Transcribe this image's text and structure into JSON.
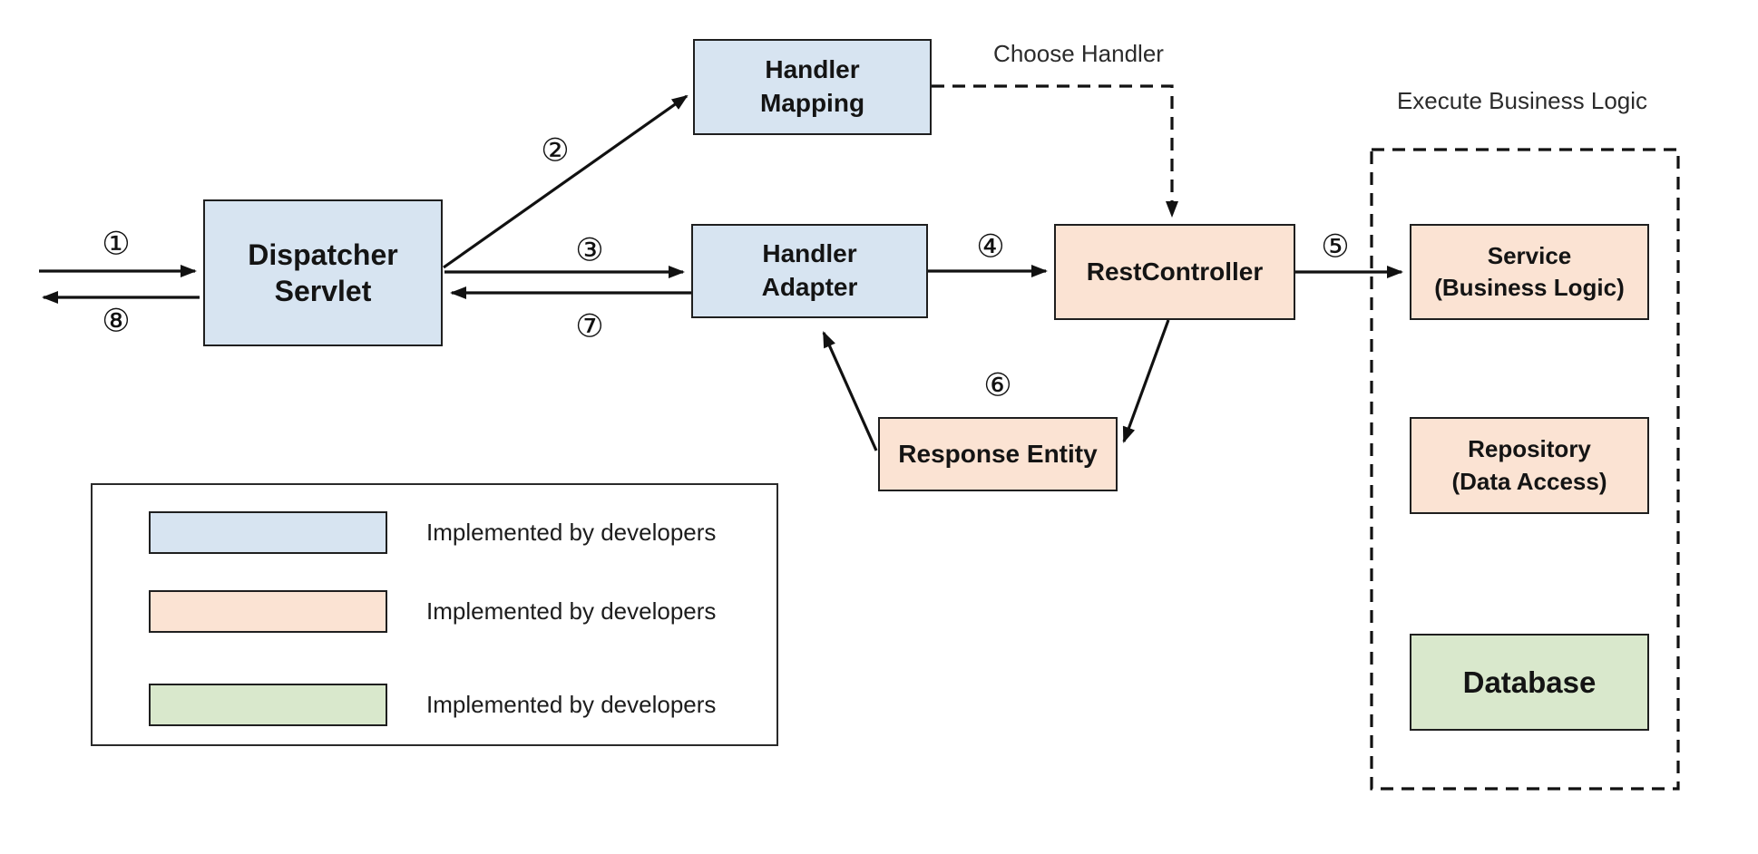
{
  "diagram": {
    "background": "#FFFFFF",
    "annotations": {
      "choose_handler": "Choose Handler",
      "execute_business_logic": "Execute Business Logic"
    },
    "steps": [
      "①",
      "②",
      "③",
      "④",
      "⑤",
      "⑥",
      "⑦",
      "⑧"
    ],
    "colors": {
      "developer_blue": "#D7E4F1",
      "controller_peach": "#FBE3D3",
      "database_green": "#D9E8CC",
      "line_black": "#111111"
    },
    "nodes": {
      "dispatcher_servlet": {
        "line1": "Dispatcher",
        "line2": "Servlet",
        "fill": "#D7E4F1"
      },
      "handler_mapping": {
        "line1": "Handler",
        "line2": "Mapping",
        "fill": "#D7E4F1"
      },
      "handler_adapter": {
        "line1": "Handler",
        "line2": "Adapter",
        "fill": "#D7E4F1"
      },
      "rest_controller": {
        "label": "RestController",
        "fill": "#FBE3D3"
      },
      "response_entity": {
        "label": "Response Entity",
        "fill": "#FBE3D3"
      },
      "service": {
        "line1": "Service",
        "line2": "(Business Logic)",
        "fill": "#FBE3D3"
      },
      "repository": {
        "line1": "Repository",
        "line2": "(Data Access)",
        "fill": "#FBE3D3"
      },
      "database": {
        "label": "Database",
        "fill": "#D9E8CC"
      }
    },
    "legend": {
      "items": [
        {
          "color": "#D7E4F1",
          "label": "Implemented by developers"
        },
        {
          "color": "#FBE3D3",
          "label": "Implemented by developers"
        },
        {
          "color": "#D9E8CC",
          "label": "Implemented by developers"
        }
      ]
    }
  }
}
